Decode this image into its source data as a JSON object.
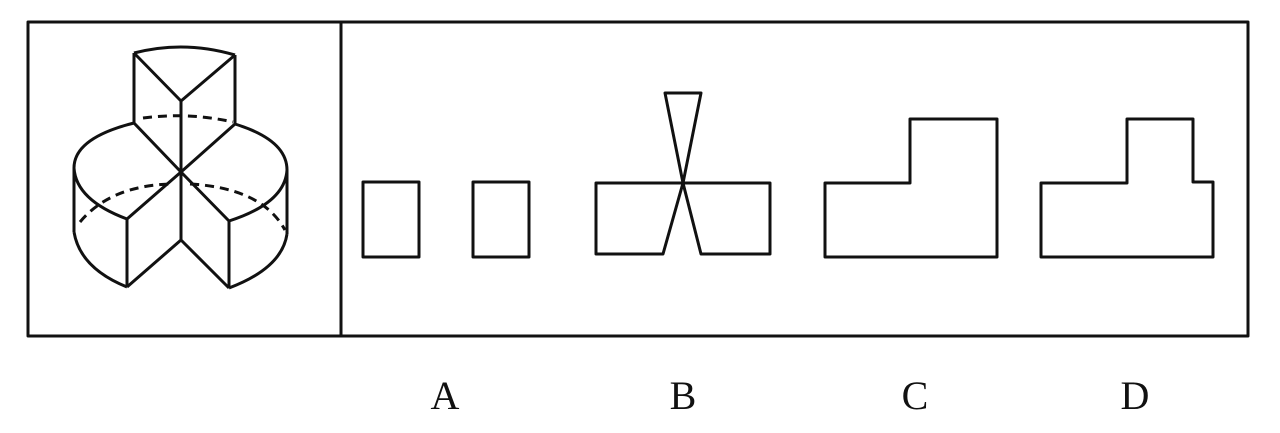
{
  "question": {
    "given_figure": "3d-solid",
    "options": [
      {
        "label": "A"
      },
      {
        "label": "B"
      },
      {
        "label": "C"
      },
      {
        "label": "D"
      }
    ]
  },
  "colors": {
    "stroke": "#111111",
    "background": "#ffffff"
  }
}
